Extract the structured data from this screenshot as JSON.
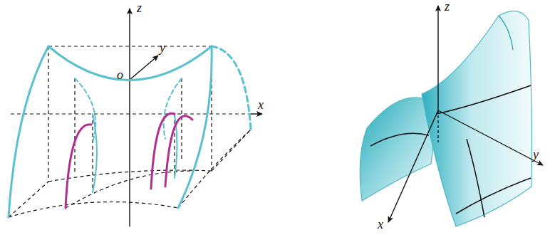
{
  "diagram": {
    "labels": [
      "z",
      "y",
      "o",
      "x",
      "z",
      "x",
      "y"
    ]
  }
}
